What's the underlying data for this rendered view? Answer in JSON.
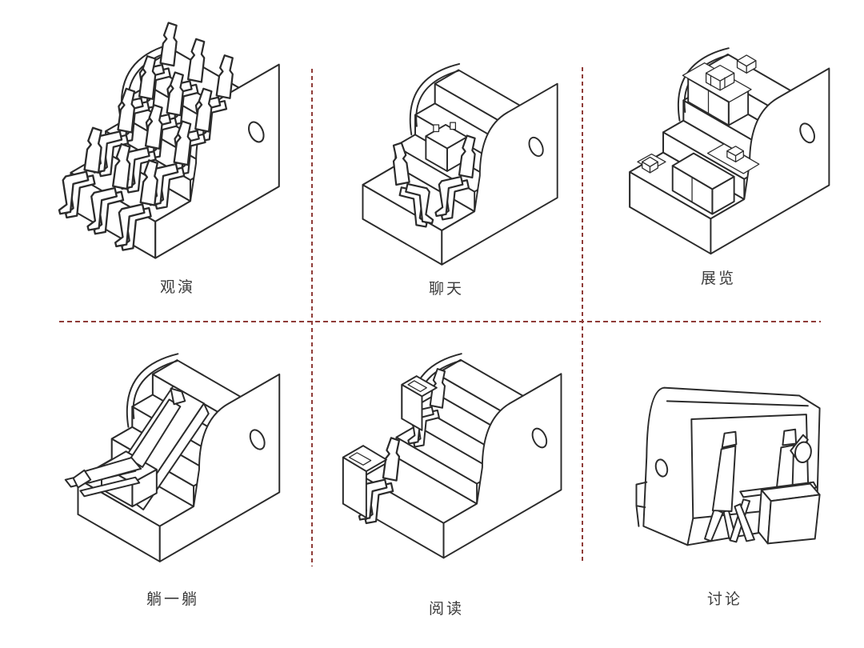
{
  "canvas": {
    "background": "#ffffff"
  },
  "panels": [
    {
      "id": "watch-performance",
      "label": "观演"
    },
    {
      "id": "chat",
      "label": "聊天"
    },
    {
      "id": "exhibition",
      "label": "展览"
    },
    {
      "id": "lie-down",
      "label": "躺一躺"
    },
    {
      "id": "reading",
      "label": "阅读"
    },
    {
      "id": "discussion",
      "label": "讨论"
    }
  ],
  "colors": {
    "line": "#2b2b2b",
    "highlight_red": "#d5251c",
    "highlight_red_light": "#e0362b",
    "highlight_red_dark": "#a5180f",
    "maroon": "#8c241c",
    "maroon_light": "#a8352b",
    "maroon_dark": "#6b140d",
    "divider_red": "#8f3c38",
    "label_text": "#3b3b3b"
  }
}
